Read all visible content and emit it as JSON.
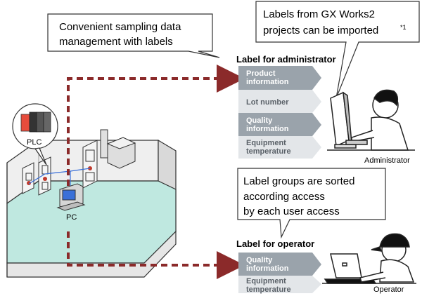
{
  "callouts": {
    "sampling": [
      "Convenient sampling data",
      "management with labels"
    ],
    "import": [
      "Labels from GX Works2",
      "projects can be imported"
    ],
    "import_footnote": "*1",
    "groups": [
      "Label groups are sorted",
      "according access",
      "by each user access"
    ]
  },
  "admin": {
    "heading": "Label for administrator",
    "labels": [
      [
        "Product",
        "information"
      ],
      [
        "Lot number"
      ],
      [
        "Quality",
        "information"
      ],
      [
        "Equipment",
        "temperature"
      ]
    ],
    "person": "Administrator"
  },
  "operator": {
    "heading": "Label for operator",
    "labels": [
      [
        "Quality",
        "information"
      ],
      [
        "Equipment",
        "temperature"
      ]
    ],
    "person": "Operator"
  },
  "factory": {
    "plc": "PLC",
    "pc": "PC"
  },
  "colors": {
    "arrow": "#8b2a2a",
    "label_dark": "#9aa3ab",
    "label_light": "#e3e6e9",
    "floor": "#bfe8e0",
    "wall": "#e6e6e6"
  }
}
